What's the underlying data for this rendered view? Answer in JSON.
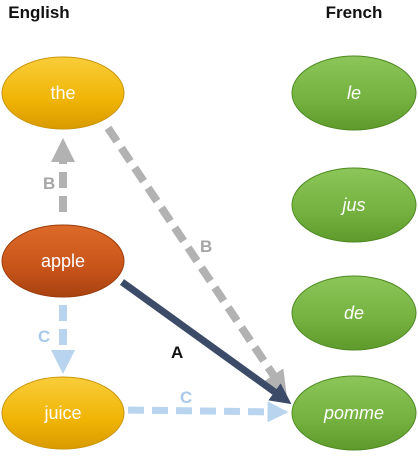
{
  "headers": {
    "english": "English",
    "french": "French"
  },
  "english_words": {
    "the": "the",
    "apple": "apple",
    "juice": "juice"
  },
  "french_words": {
    "le": "le",
    "jus": "jus",
    "de": "de",
    "pomme": "pomme"
  },
  "edge_labels": {
    "a": "A",
    "b_upper": "B",
    "b_diagonal": "B",
    "c_vertical": "C",
    "c_horizontal": "C"
  },
  "colors": {
    "english_node": "#f2b705",
    "apple_node": "#c8541a",
    "french_node": "#76b243",
    "arrow_a": "#3c4b68",
    "arrow_b": "#b2b2b2",
    "arrow_c": "#b8d4ee",
    "label_b": "#a6a6a6",
    "label_c": "#a9c9ea"
  }
}
